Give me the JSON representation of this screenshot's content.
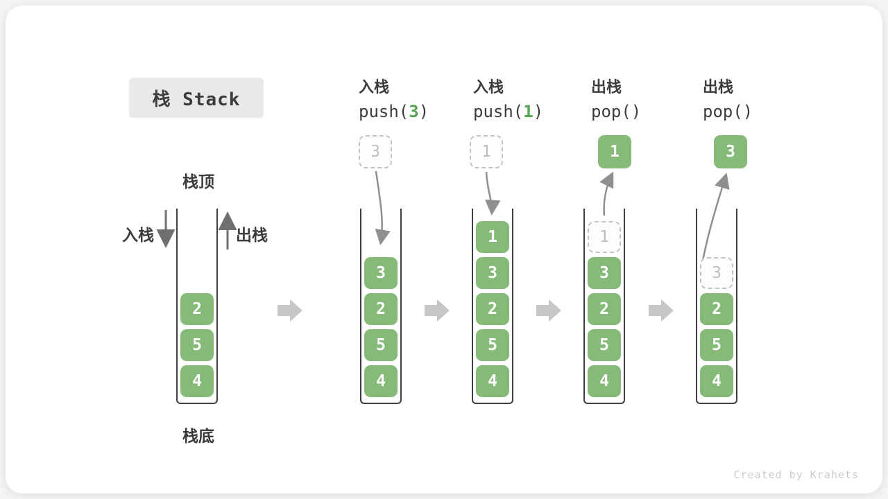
{
  "page": {
    "title": "栈 Stack",
    "footer": "Created by Krahets"
  },
  "side_labels": {
    "stack_top": "栈顶",
    "stack_bottom": "栈底",
    "push_arrow_label": "入栈",
    "pop_arrow_label": "出栈"
  },
  "colors": {
    "page_bg": "#f4f4f5",
    "card_bg": "#ffffff",
    "title_bg": "#e9e9e9",
    "label_dark": "#3c3c3c",
    "green": "#86ba78",
    "accent_green": "#57a254",
    "ghost_bg": "#fdfdfd",
    "ghost_border": "#c3c3c3",
    "ghost_text": "#bdbdbd",
    "container_border": "#3f3f3f",
    "arrow_dark": "#6f6f6f",
    "arrow_mid": "#8f8f8f",
    "block_arrow": "#c6c6c6",
    "footer_gray": "#cbcbcb"
  },
  "stages": [
    {
      "name": "initial",
      "header": null,
      "floating": null,
      "items": [
        {
          "v": "2"
        },
        {
          "v": "5"
        },
        {
          "v": "4"
        }
      ]
    },
    {
      "name": "push-3",
      "header": {
        "op": "入栈",
        "code_pre": "push(",
        "code_arg": "3",
        "code_post": ")"
      },
      "floating": {
        "v": "3",
        "ghost": true
      },
      "items": [
        {
          "v": "3"
        },
        {
          "v": "2"
        },
        {
          "v": "5"
        },
        {
          "v": "4"
        }
      ]
    },
    {
      "name": "push-1",
      "header": {
        "op": "入栈",
        "code_pre": "push(",
        "code_arg": "1",
        "code_post": ")"
      },
      "floating": {
        "v": "1",
        "ghost": true
      },
      "items": [
        {
          "v": "1"
        },
        {
          "v": "3"
        },
        {
          "v": "2"
        },
        {
          "v": "5"
        },
        {
          "v": "4"
        }
      ]
    },
    {
      "name": "pop-1",
      "header": {
        "op": "出栈",
        "code_pre": "pop(",
        "code_arg": "",
        "code_post": ")"
      },
      "floating": {
        "v": "1",
        "ghost": false
      },
      "items": [
        {
          "v": "1",
          "ghost": true
        },
        {
          "v": "3"
        },
        {
          "v": "2"
        },
        {
          "v": "5"
        },
        {
          "v": "4"
        }
      ]
    },
    {
      "name": "pop-3",
      "header": {
        "op": "出栈",
        "code_pre": "pop(",
        "code_arg": "",
        "code_post": ")"
      },
      "floating": {
        "v": "3",
        "ghost": false
      },
      "items": [
        {
          "v": "3",
          "ghost": true
        },
        {
          "v": "2"
        },
        {
          "v": "5"
        },
        {
          "v": "4"
        }
      ]
    }
  ]
}
